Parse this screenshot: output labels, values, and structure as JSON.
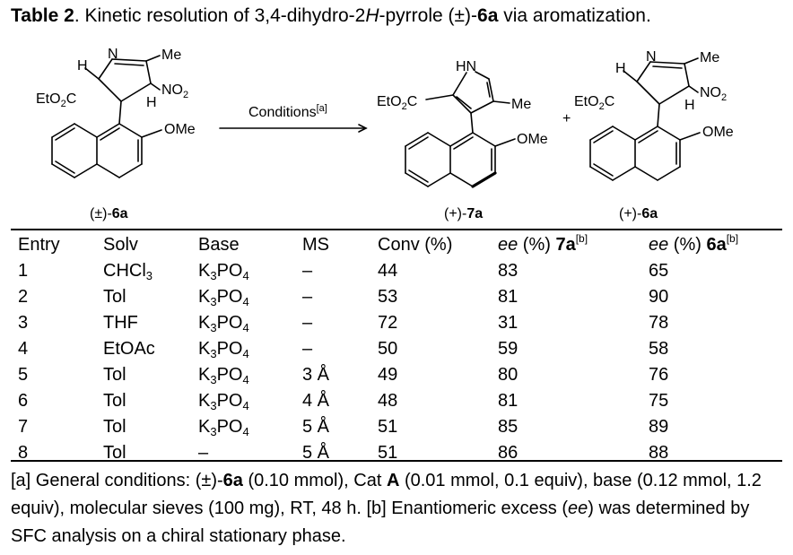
{
  "caption": {
    "label": "Table 2",
    "text_a": ". Kinetic resolution of 3,4-dihydro-2",
    "text_italic": "H",
    "text_b": "-pyrrole (±)-",
    "compound": "6a",
    "text_c": " via aromatization."
  },
  "scheme": {
    "sm_label_prefix": "(±)-",
    "sm_label_bold": "6a",
    "arrow_label": "Conditions",
    "arrow_label_sup": "[a]",
    "plus": "+",
    "product_label_prefix": "(+)-",
    "product_label_bold": "7a",
    "recovered_label_prefix": "(+)-",
    "recovered_label_bold": "6a",
    "atoms": {
      "H": "H",
      "N": "N",
      "Me": "Me",
      "NO2": "NO",
      "NO2_sub": "2",
      "EtO2C_a": "EtO",
      "EtO2C_sub": "2",
      "EtO2C_b": "C",
      "OMe": "OMe",
      "HN": "HN"
    }
  },
  "table": {
    "headers": {
      "entry": "Entry",
      "solv": "Solv",
      "base": "Base",
      "ms": "MS",
      "conv": "Conv (%)",
      "ee7_italic": "ee",
      "ee7_text": " (%) ",
      "ee7_bold": "7a",
      "ee7_sup": "[b]",
      "ee6_italic": "ee",
      "ee6_text": " (%) ",
      "ee6_bold": "6a",
      "ee6_sup": "[b]"
    },
    "rows": [
      {
        "entry": "1",
        "solv": "CHCl",
        "solv_sub": "3",
        "base": "K",
        "base_sub1": "3",
        "base_mid": "PO",
        "base_sub2": "4",
        "ms": "–",
        "conv": "44",
        "ee7a": "83",
        "ee6a": "65"
      },
      {
        "entry": "2",
        "solv": "Tol",
        "solv_sub": "",
        "base": "K",
        "base_sub1": "3",
        "base_mid": "PO",
        "base_sub2": "4",
        "ms": "–",
        "conv": "53",
        "ee7a": "81",
        "ee6a": "90"
      },
      {
        "entry": "3",
        "solv": "THF",
        "solv_sub": "",
        "base": "K",
        "base_sub1": "3",
        "base_mid": "PO",
        "base_sub2": "4",
        "ms": "–",
        "conv": "72",
        "ee7a": "31",
        "ee6a": "78"
      },
      {
        "entry": "4",
        "solv": "EtOAc",
        "solv_sub": "",
        "base": "K",
        "base_sub1": "3",
        "base_mid": "PO",
        "base_sub2": "4",
        "ms": "–",
        "conv": "50",
        "ee7a": "59",
        "ee6a": "58"
      },
      {
        "entry": "5",
        "solv": "Tol",
        "solv_sub": "",
        "base": "K",
        "base_sub1": "3",
        "base_mid": "PO",
        "base_sub2": "4",
        "ms": "3 Å",
        "conv": "49",
        "ee7a": "80",
        "ee6a": "76"
      },
      {
        "entry": "6",
        "solv": "Tol",
        "solv_sub": "",
        "base": "K",
        "base_sub1": "3",
        "base_mid": "PO",
        "base_sub2": "4",
        "ms": "4 Å",
        "conv": "48",
        "ee7a": "81",
        "ee6a": "75"
      },
      {
        "entry": "7",
        "solv": "Tol",
        "solv_sub": "",
        "base": "K",
        "base_sub1": "3",
        "base_mid": "PO",
        "base_sub2": "4",
        "ms": "5 Å",
        "conv": "51",
        "ee7a": "85",
        "ee6a": "89"
      },
      {
        "entry": "8",
        "solv": "Tol",
        "solv_sub": "",
        "base": "–",
        "base_sub1": "",
        "base_mid": "",
        "base_sub2": "",
        "ms": "5 Å",
        "conv": "51",
        "ee7a": "86",
        "ee6a": "88"
      }
    ]
  },
  "footnote": {
    "a_label": "[a]",
    "a_text1": " General conditions: (±)-",
    "a_bold1": "6a",
    "a_text2": " (0.10 mmol), Cat ",
    "a_bold2": "A",
    "a_text3": " (0.01 mmol, 0.1 equiv), base (0.12 mmol, 1.2 equiv), molecular sieves (100 mg), RT, 48 h. ",
    "b_label": "[b]",
    "b_text1": " Enantiomeric excess (",
    "b_italic": "ee",
    "b_text2": ") was determined by SFC analysis on a chiral stationary phase."
  }
}
